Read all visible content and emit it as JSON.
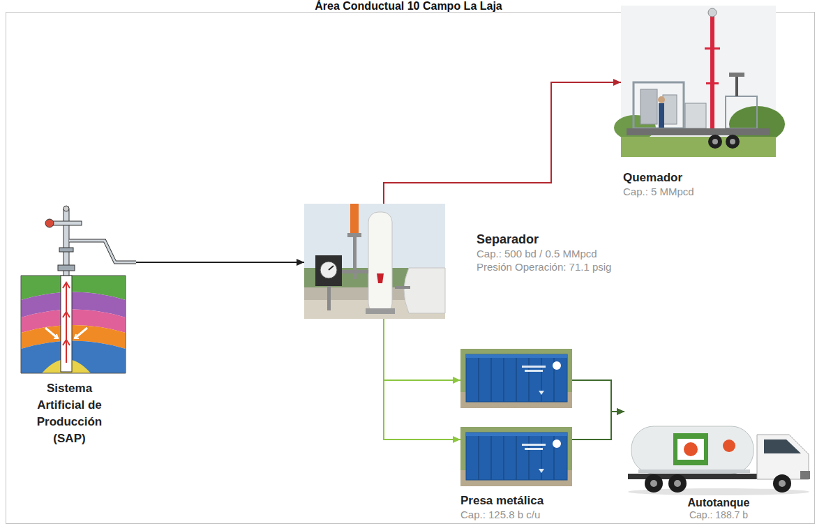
{
  "diagram": {
    "title": "Área Conductual 10 Campo La Laja",
    "nodes": [
      {
        "text": [
          "Sistema Artificial de Producción (SAP)"
        ]
      },
      {
        "text": [
          "Separador",
          "Cap.: 500 bd / 0.5 MMpcd",
          "Presión Operación: 71.1 psig"
        ]
      },
      {
        "text": [
          "Quemador",
          "Cap.: 5 MMpcd"
        ]
      },
      {
        "text": []
      },
      {
        "text": [
          "Presa metálica",
          "Cap.: 125.8 b c/u"
        ]
      },
      {
        "text": [
          "Autotanque",
          "Cap.: 188.7 b"
        ]
      }
    ],
    "edges": [
      {
        "from": 0,
        "to": 1,
        "arrow": "to"
      },
      {
        "from": 1,
        "to": 2,
        "arrow": "to"
      },
      {
        "from": 1,
        "to": 3,
        "arrow": "to"
      },
      {
        "from": 1,
        "to": 4,
        "arrow": "to"
      },
      {
        "from": 3,
        "to": 5,
        "arrow": "to"
      },
      {
        "from": 4,
        "to": 5,
        "arrow": "to"
      }
    ]
  }
}
